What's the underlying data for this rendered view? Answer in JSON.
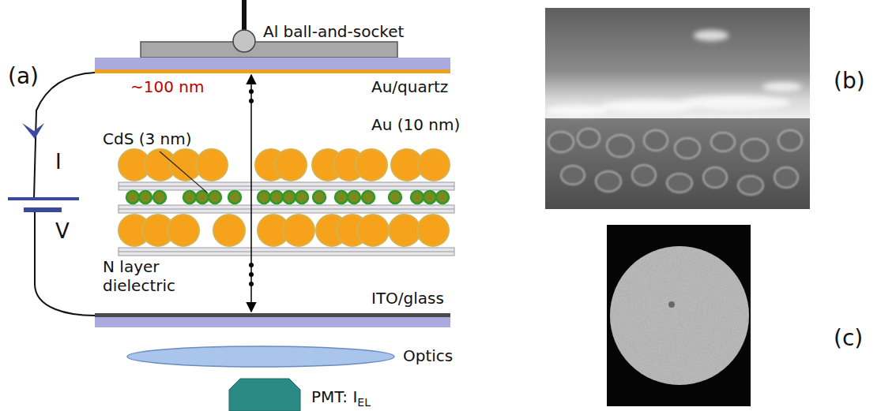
{
  "diagram": {
    "nodes": [
      {
        "text": [
          "Optics"
        ]
      },
      {
        "text": [
          "PMT: I",
          "EL"
        ]
      }
    ],
    "labels": [
      "(a)",
      "Al ball-and-socket",
      "~100 nm",
      "Au/quartz",
      "CdS (3 nm)",
      "Au (10 nm)",
      "I",
      "V",
      "N layer dielectric",
      "ITO/glass",
      "(b)",
      "(c)"
    ]
  }
}
